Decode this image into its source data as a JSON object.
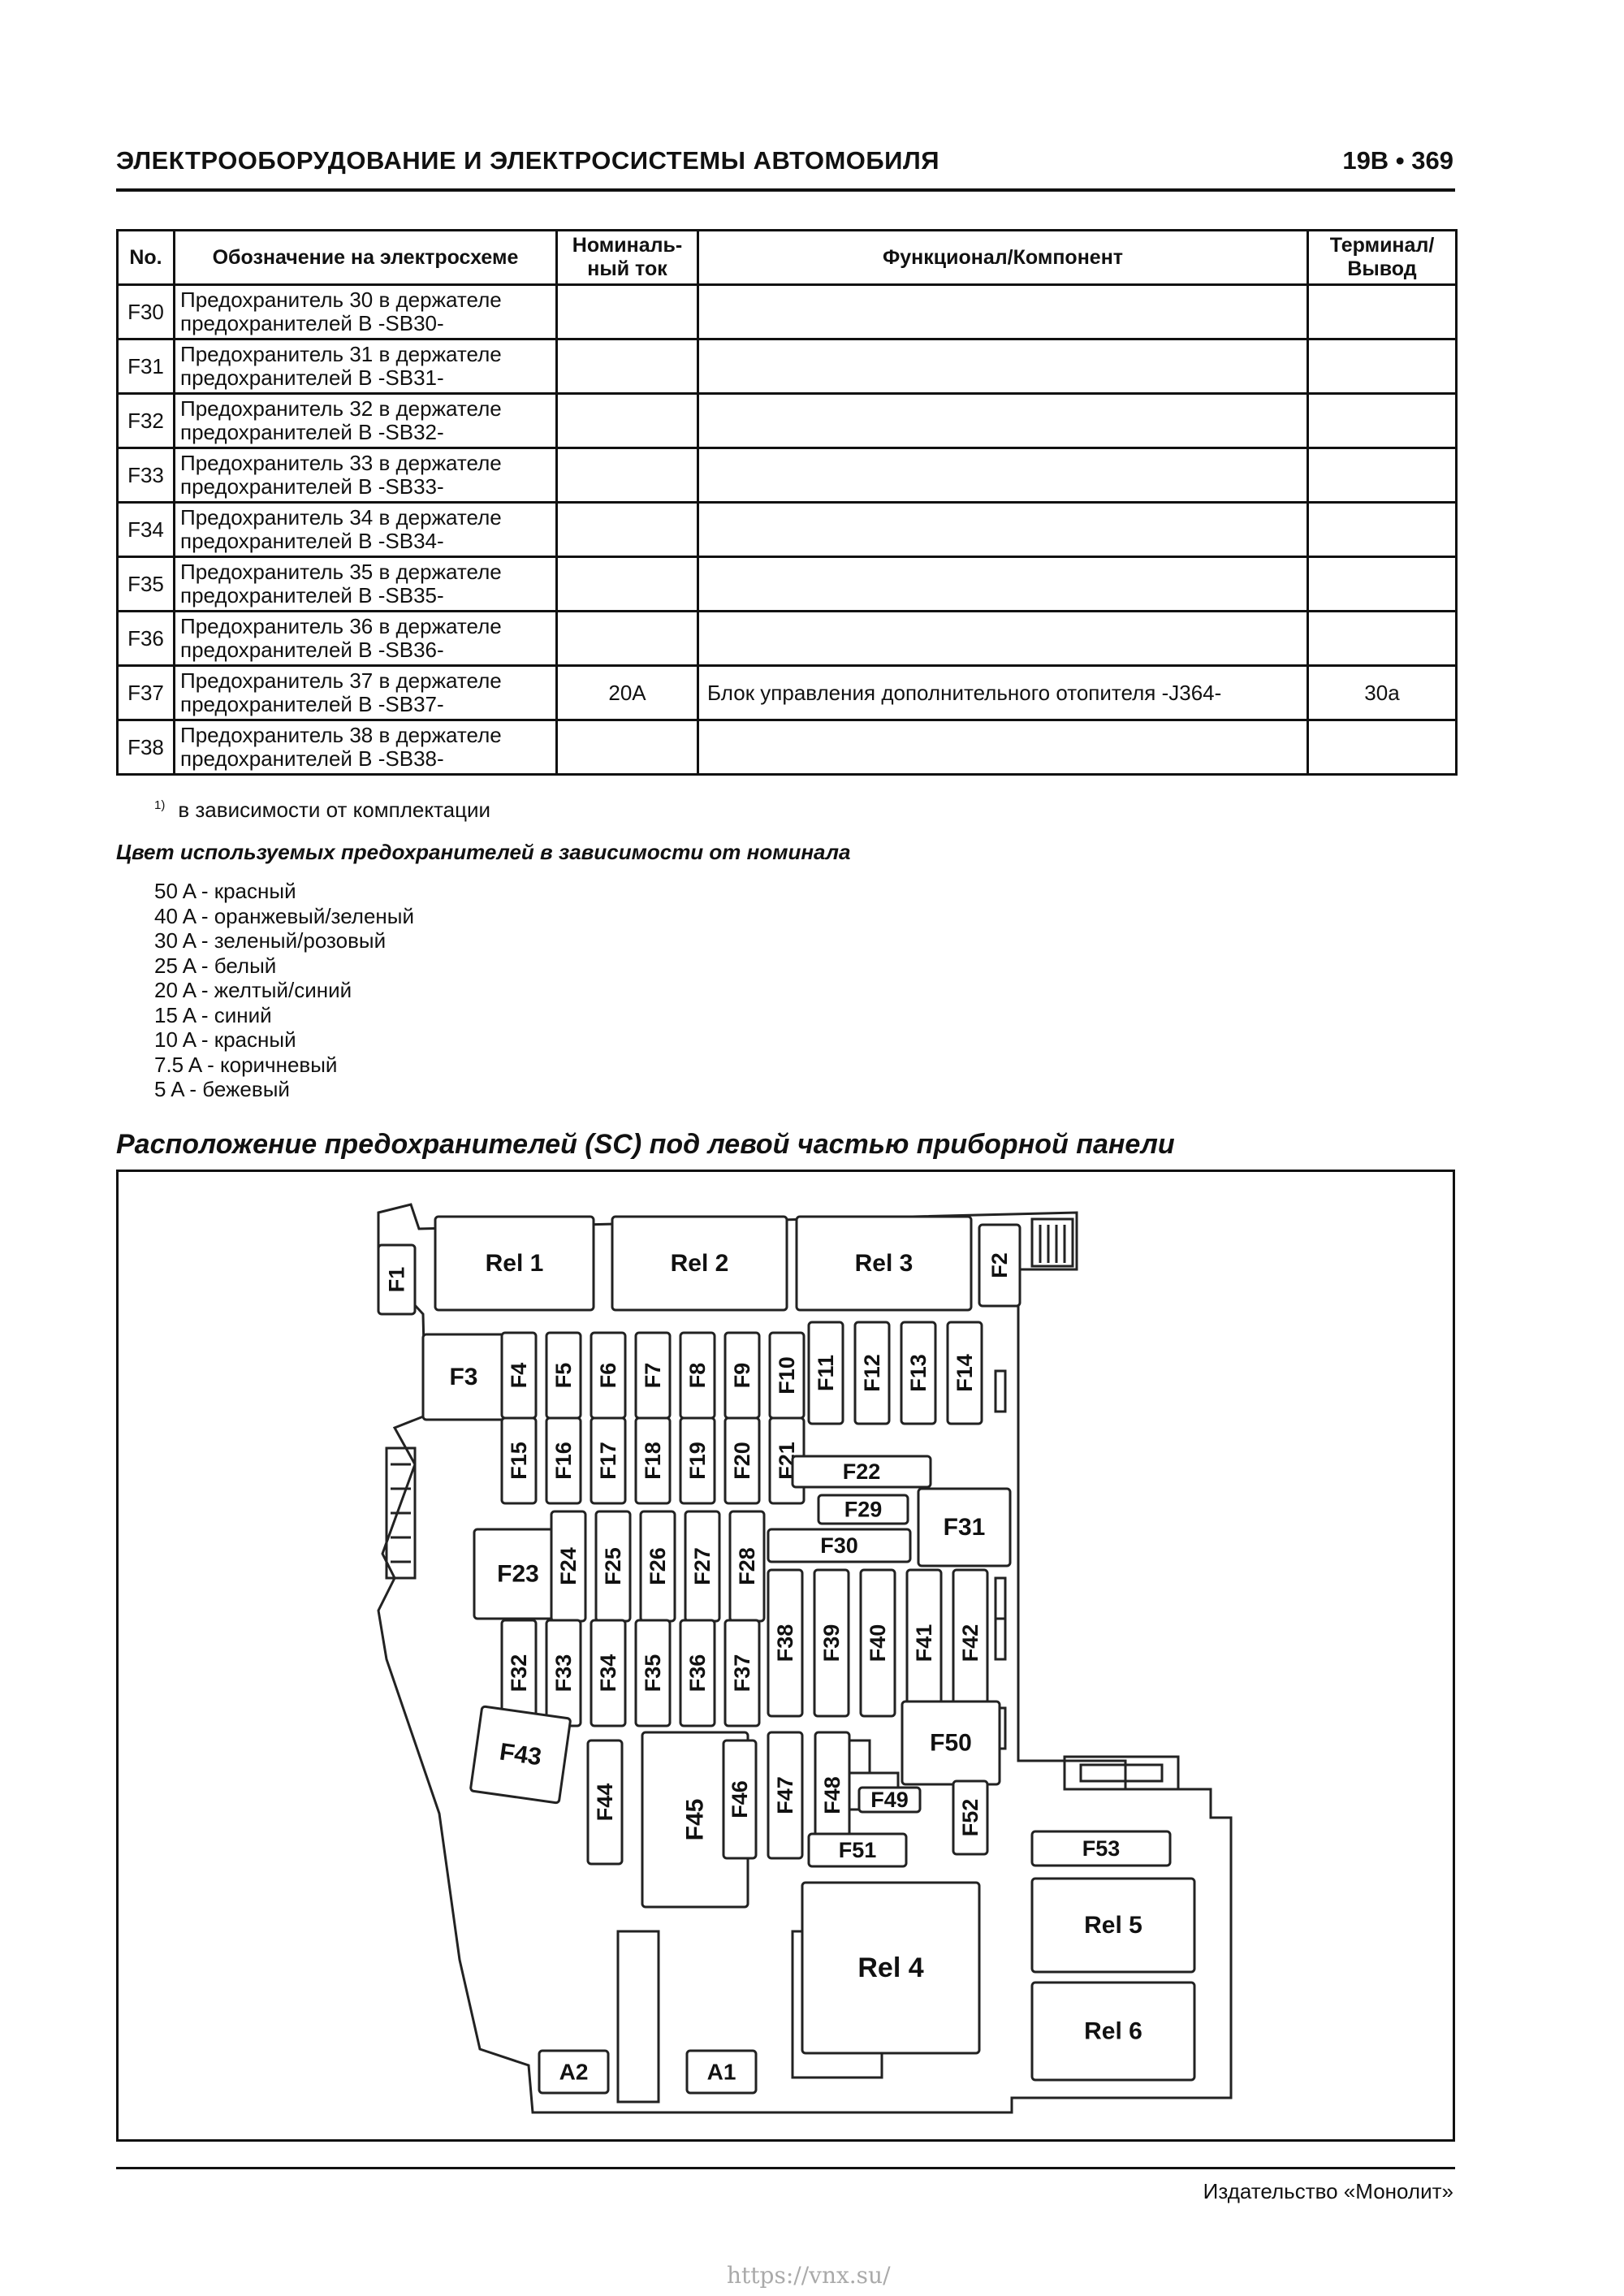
{
  "header": {
    "title": "ЭЛЕКТРООБОРУДОВАНИЕ И ЭЛЕКТРОСИСТЕМЫ АВТОМОБИЛЯ",
    "page": "19В • 369"
  },
  "table": {
    "headers": [
      "No.",
      "Обозначение на электросхеме",
      "Номиналь-ный ток",
      "Функционал/Компонент",
      "Терминал/ Вывод"
    ],
    "rows": [
      {
        "no": "F30",
        "desc": "Предохранитель 30 в держателе предохранителей B -SB30-",
        "current": "",
        "func": "",
        "term": ""
      },
      {
        "no": "F31",
        "desc": "Предохранитель 31 в держателе предохранителей B -SB31-",
        "current": "",
        "func": "",
        "term": ""
      },
      {
        "no": "F32",
        "desc": "Предохранитель 32 в держателе предохранителей B -SB32-",
        "current": "",
        "func": "",
        "term": ""
      },
      {
        "no": "F33",
        "desc": "Предохранитель 33 в держателе предохранителей B -SB33-",
        "current": "",
        "func": "",
        "term": ""
      },
      {
        "no": "F34",
        "desc": "Предохранитель 34 в держателе предохранителей B -SB34-",
        "current": "",
        "func": "",
        "term": ""
      },
      {
        "no": "F35",
        "desc": "Предохранитель 35 в держателе предохранителей B -SB35-",
        "current": "",
        "func": "",
        "term": ""
      },
      {
        "no": "F36",
        "desc": "Предохранитель 36 в держателе предохранителей B -SB36-",
        "current": "",
        "func": "",
        "term": ""
      },
      {
        "no": "F37",
        "desc": "Предохранитель 37 в держателе предохранителей B -SB37-",
        "current": "20A",
        "func": "Блок управления дополнительного отопителя -J364-",
        "term": "30a"
      },
      {
        "no": "F38",
        "desc": "Предохранитель 38 в держателе предохранителей B -SB38-",
        "current": "",
        "func": "",
        "term": ""
      }
    ]
  },
  "footnote": {
    "mark": "1)",
    "text": "в зависимости от комплектации"
  },
  "colors_title": "Цвет используемых предохранителей в зависимости от номинала",
  "colors": [
    "50 A - красный",
    "40 A - оранжевый/зеленый",
    "30 A - зеленый/розовый",
    "25 A - белый",
    "20 A - желтый/синий",
    "15 A - синий",
    "10 A - красный",
    "7.5 A - коричневый",
    "5 A - бежевый"
  ],
  "section_title": "Расположение предохранителей (SC) под левой частью приборной панели",
  "diagram": {
    "relays": [
      "Rel 1",
      "Rel 2",
      "Rel 3",
      "Rel 4",
      "Rel 5",
      "Rel 6"
    ],
    "fuses": [
      "F1",
      "F2",
      "F3",
      "F4",
      "F5",
      "F6",
      "F7",
      "F8",
      "F9",
      "F10",
      "F11",
      "F12",
      "F13",
      "F14",
      "F15",
      "F16",
      "F17",
      "F18",
      "F19",
      "F20",
      "F21",
      "F22",
      "F23",
      "F24",
      "F25",
      "F26",
      "F27",
      "F28",
      "F29",
      "F30",
      "F31",
      "F32",
      "F33",
      "F34",
      "F35",
      "F36",
      "F37",
      "F38",
      "F39",
      "F40",
      "F41",
      "F42",
      "F43",
      "F44",
      "F45",
      "F46",
      "F47",
      "F48",
      "F49",
      "F50",
      "F51",
      "F52",
      "F53"
    ],
    "connectors": [
      "A1",
      "A2"
    ]
  },
  "footer": {
    "publisher": "Издательство «Монолит»",
    "watermark": "https://vnx.su/"
  }
}
